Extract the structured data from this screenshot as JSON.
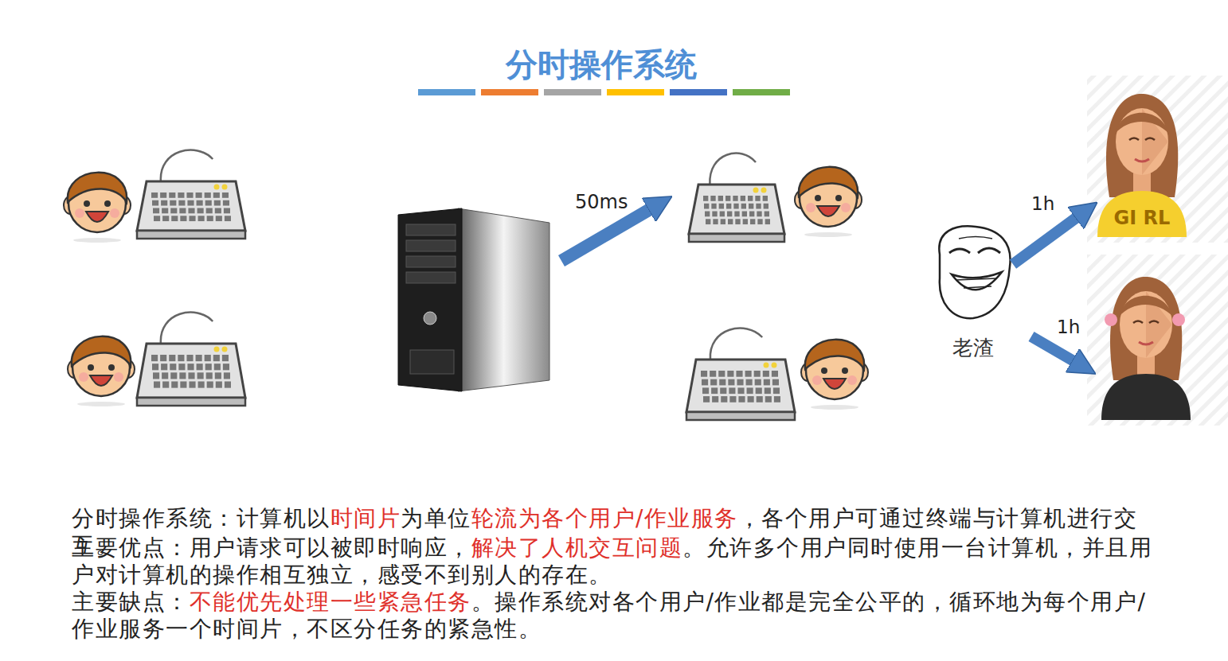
{
  "diagram": {
    "title": "分时操作系统",
    "nodes": [
      {
        "text": [
          "老渣"
        ]
      },
      {
        "text": [
          "GI RL"
        ]
      }
    ],
    "edges": [
      {
        "from": 0,
        "to": 1,
        "arrow": "to",
        "label": "1h"
      }
    ],
    "labels": [
      "50ms",
      "1h",
      "分时操作系统：计算机以",
      "时间片",
      "为单位",
      "轮流为各个用户/作业服务",
      "，各个用户可通过终端与计算机进行交互。",
      "主要优点：用户请求可以被即时响应，",
      "解决了人机交互问题",
      "。允许多个用户同时使用一台计算机，并且用户对计算机的操作相互独立，感受不到别人的存在。",
      "主要缺点：",
      "不能优先处理一些紧急任务",
      "。操作系统对各个用户/作业都是完全公平的，循环地为每个用户/作业服务一个时间片，不区分任务的紧急性。"
    ]
  }
}
